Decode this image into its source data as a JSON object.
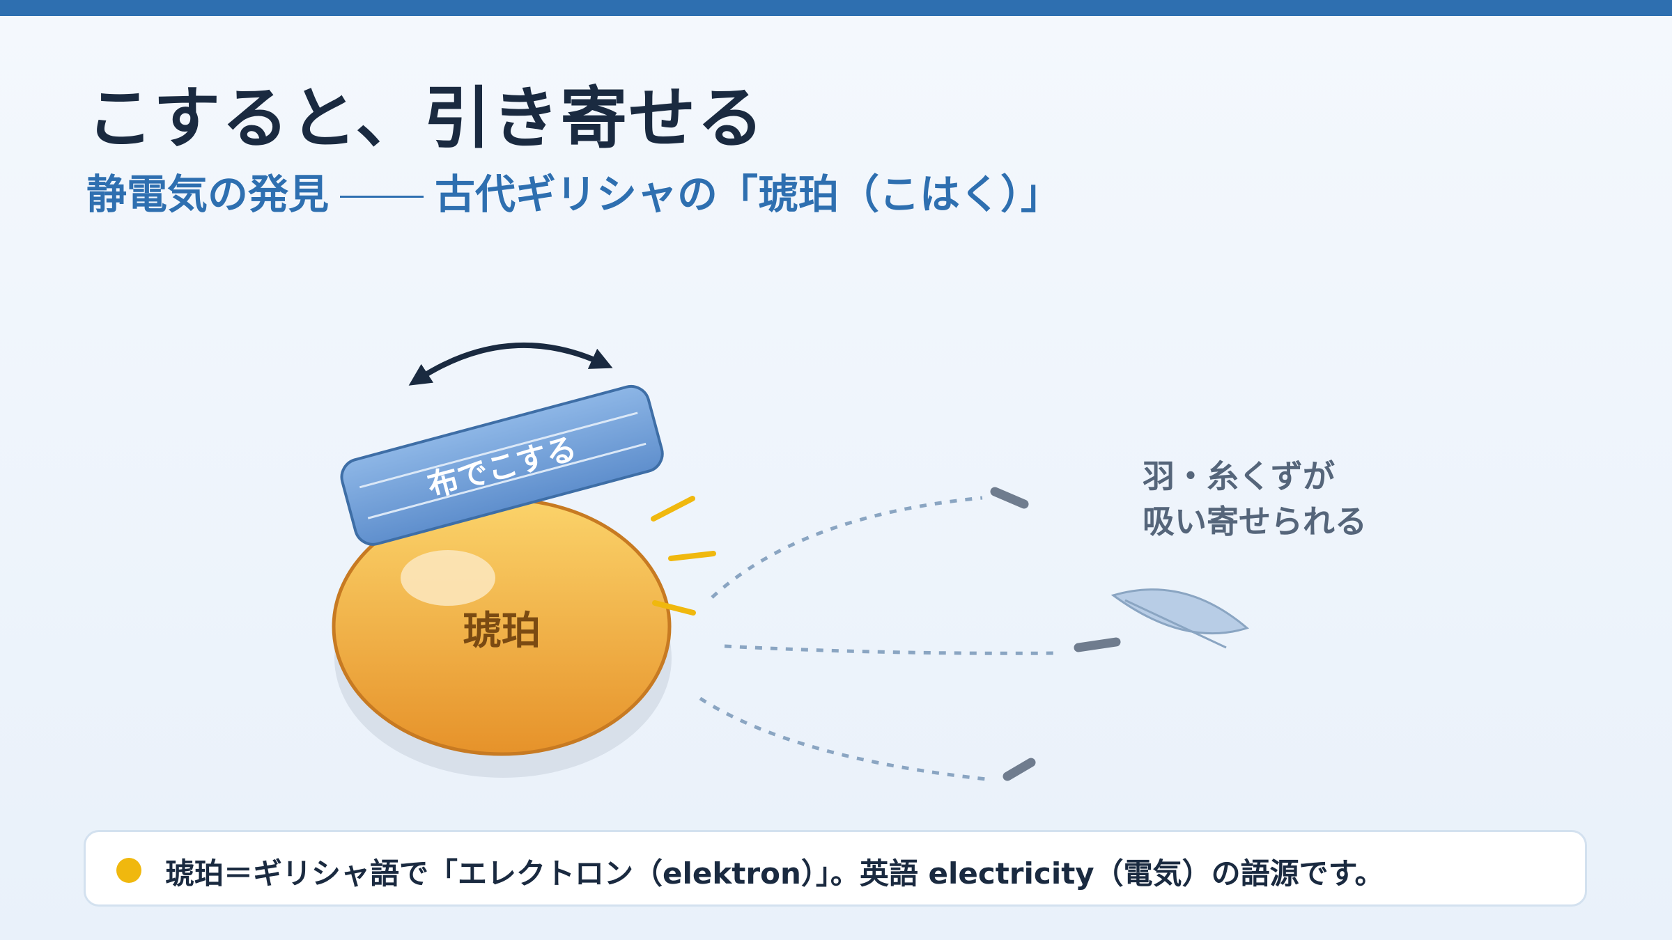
{
  "title": "こすると、引き寄せる",
  "subtitle": {
    "lead": "静電気の発見",
    "tail": "古代ギリシャの「琥珀（こはく）」"
  },
  "diagram": {
    "cloth_label": "布でこする",
    "amber_label": "琥珀",
    "attracted_label_line1": "羽・糸くずが",
    "attracted_label_line2": "吸い寄せられる"
  },
  "note": {
    "text": "琥珀＝ギリシャ語で「エレクトロン（elektron）」。英語 electricity（電気）の語源です。"
  },
  "colors": {
    "accent": "#2e6fb0",
    "amber": "#f0ae3c",
    "spark": "#f0b80e",
    "cloth": "#6f9fd8",
    "ink": "#1a2a40"
  }
}
